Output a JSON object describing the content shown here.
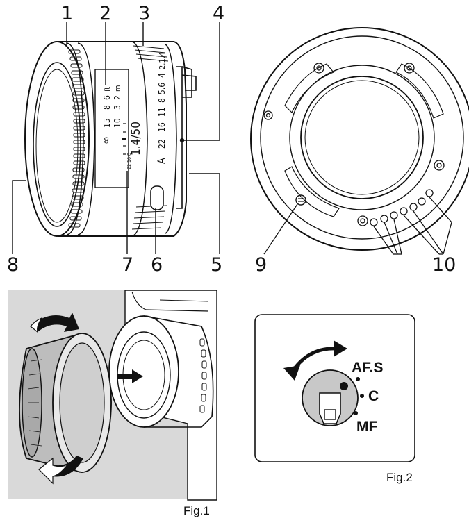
{
  "top_callouts": [
    "1",
    "2",
    "3",
    "4"
  ],
  "bottom_callouts_left": [
    "8",
    "7",
    "6",
    "5"
  ],
  "bottom_callouts_right": [
    "9",
    "10"
  ],
  "lens_markings": {
    "focal": "1.4/50",
    "aperture_scale": [
      "A",
      "22",
      "16",
      "11",
      "8",
      "5.6",
      "4",
      "2.1.4"
    ],
    "feet_scale": [
      "∞",
      "15",
      "8",
      "6",
      "ft"
    ],
    "meter_scale": [
      "10",
      "3",
      "2",
      "m"
    ],
    "dof_marks": "22 16 8"
  },
  "fig1": {
    "label": "Fig.1"
  },
  "fig2": {
    "label": "Fig.2",
    "modes": [
      "AF.S",
      "C",
      "MF"
    ]
  },
  "colors": {
    "fig1_background": "#d9d9d9",
    "line": "#111111"
  }
}
